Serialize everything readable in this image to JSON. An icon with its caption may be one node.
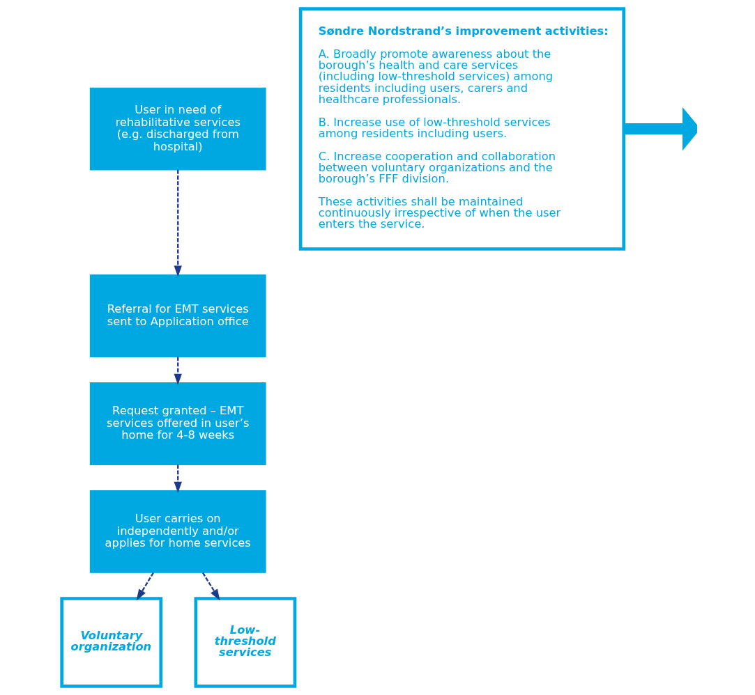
{
  "diagram": {
    "nodes": [
      {
        "text": [
          "User in need of rehabilitative services (e.g. discharged from hospital)"
        ]
      },
      {
        "text": [
          "Referral for EMT services sent to Application office"
        ]
      },
      {
        "text": [
          "Request granted – EMT services offered in user’s home for 4-8 weeks"
        ]
      },
      {
        "text": [
          "User carries on independently and/or applies for home services"
        ]
      },
      {
        "text": [
          "Voluntary organization"
        ]
      },
      {
        "text": [
          "Low-threshold services"
        ]
      },
      {
        "text": [
          "Søndre Nordstrand’s improvement activities:",
          "A. Broadly promote awareness about the borough’s health and care services (including low-threshold services) among residents including users, carers and healthcare professionals.",
          "B. Increase use of low-threshold services among residents including users.",
          "C. Increase cooperation and collaboration between voluntary organizations and the borough’s FFF division.",
          "These activities shall be maintained continuously irrespective of when the user enters the service."
        ]
      }
    ],
    "edges": [
      {
        "from": 0,
        "to": 1,
        "arrow": "to",
        "style": "dashed"
      },
      {
        "from": 1,
        "to": 2,
        "arrow": "to",
        "style": "dashed"
      },
      {
        "from": 2,
        "to": 3,
        "arrow": "to",
        "style": "dashed"
      },
      {
        "from": 3,
        "to": 4,
        "arrow": "to",
        "style": "dashed"
      },
      {
        "from": 3,
        "to": 5,
        "arrow": "to",
        "style": "dashed"
      },
      {
        "from": 6,
        "to": null,
        "arrow": "to",
        "style": "thick",
        "color": "#00a8e1"
      }
    ]
  }
}
